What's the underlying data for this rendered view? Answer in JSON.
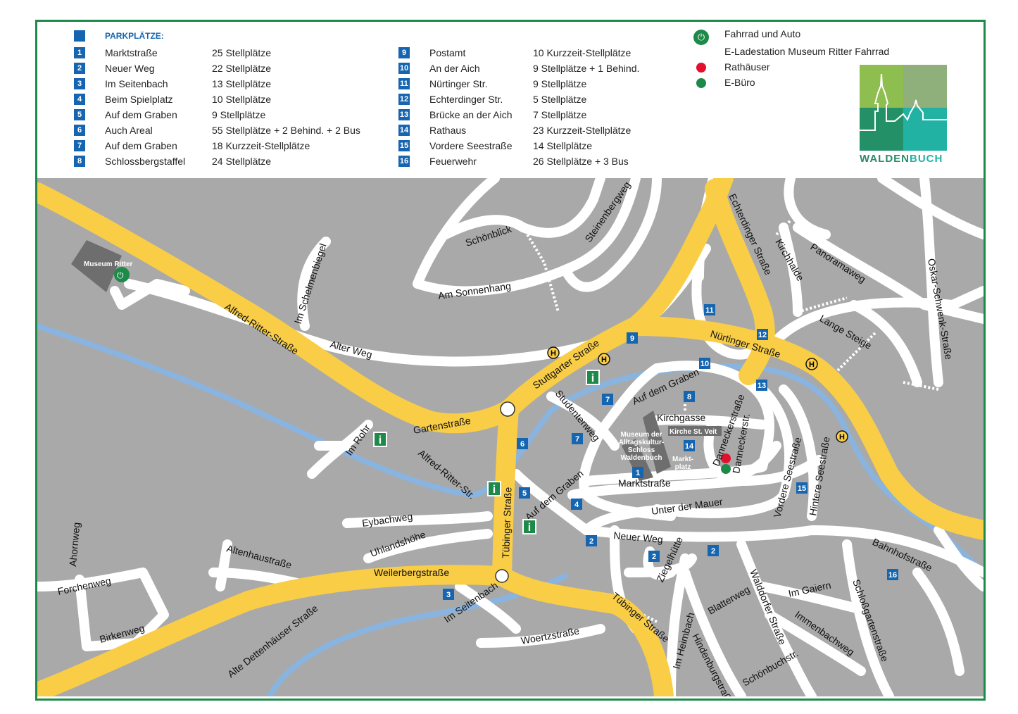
{
  "legend": {
    "title": "PARKPLÄTZE:",
    "parking": [
      {
        "num": "1",
        "name": "Marktstraße",
        "spaces": "25 Stellplätze"
      },
      {
        "num": "2",
        "name": "Neuer Weg",
        "spaces": "22 Stellplätze"
      },
      {
        "num": "3",
        "name": "Im Seitenbach",
        "spaces": "13 Stellplätze"
      },
      {
        "num": "4",
        "name": "Beim Spielplatz",
        "spaces": "10 Stellplätze"
      },
      {
        "num": "5",
        "name": "Auf dem Graben",
        "spaces": "9 Stellplätze"
      },
      {
        "num": "6",
        "name": "Auch Areal",
        "spaces": "55 Stellplätze  + 2 Behind. + 2 Bus"
      },
      {
        "num": "7",
        "name": "Auf dem Graben",
        "spaces": "18 Kurzzeit-Stellplätze"
      },
      {
        "num": "8",
        "name": "Schlossbergstaffel",
        "spaces": "24 Stellplätze"
      },
      {
        "num": "9",
        "name": "Postamt",
        "spaces": "10 Kurzzeit-Stellplätze"
      },
      {
        "num": "10",
        "name": "An der Aich",
        "spaces": "9 Stellplätze  + 1 Behind."
      },
      {
        "num": "11",
        "name": "Nürtinger Str.",
        "spaces": "9 Stellplätze"
      },
      {
        "num": "12",
        "name": "Echterdinger Str.",
        "spaces": "5 Stellplätze"
      },
      {
        "num": "13",
        "name": "Brücke an der Aich",
        "spaces": "7 Stellplätze"
      },
      {
        "num": "14",
        "name": "Rathaus",
        "spaces": "23 Kurzzeit-Stellplätze"
      },
      {
        "num": "15",
        "name": "Vordere Seestraße",
        "spaces": "14 Stellplätze"
      },
      {
        "num": "16",
        "name": "Feuerwehr",
        "spaces": "26 Stellplätze + 3 Bus"
      }
    ],
    "charging_1": "Fahrrad und Auto",
    "charging_2": "E-Ladestation Museum Ritter  Fahrrad",
    "townhall": "Rathäuser",
    "eoffice": "E-Büro",
    "logo": "WALDENBUCH"
  },
  "colors": {
    "parking": "#1565b0",
    "main_road": "#f9cd46",
    "river": "#89b4e0",
    "frame": "#1e8a4a",
    "townhall": "#e0102e",
    "eoffice": "#1e8a4a"
  },
  "map": {
    "streets": {
      "alfred_ritter": "Alfred-Ritter-Straße",
      "alfred_ritter_str": "Alfred-Ritter-Str.",
      "alter_weg": "Alter Weg",
      "schelmenbiegel": "Im Schelmenbiegel",
      "schoenblick": "Schönblick",
      "steinenbergweg": "Steinenbergweg",
      "sonnenhang": "Am Sonnenhang",
      "echterdinger": "Echterdinger Straße",
      "kirchhalde": "Kirchhalde",
      "panoramaweg": "Panoramaweg",
      "oskar": "Oskar-Schwenk-Straße",
      "lange_steige": "Lange Steige",
      "nuertinger": "Nürtinger Straße",
      "stuttgarter": "Stuttgarter Straße",
      "gartenstrasse": "Gartenstraße",
      "im_rohr": "Im Rohr",
      "studentenweg": "Studentenweg",
      "auf_dem_graben_1": "Auf dem Graben",
      "auf_dem_graben_2": "Auf dem Graben",
      "kirchgasse": "Kirchgasse",
      "danneckerstrasse": "Danneckerstraße",
      "danneckerstr": "Danneckerstr.",
      "marktstrasse": "Marktstraße",
      "unter_der_mauer": "Unter der Mauer",
      "vordere_see": "Vordere Seestraße",
      "hintere_see": "Hintere Seestraße",
      "tuebinger_1": "Tübinger Straße",
      "tuebinger_2": "Tübinger Straße",
      "eybachweg": "Eybachweg",
      "uhlandshoehe": "Uhlandshöhe",
      "neuer_weg": "Neuer Weg",
      "bahnhofstrasse": "Bahnhofstraße",
      "altenhaustrasse": "Altenhaustraße",
      "weilerberg": "Weilerbergstraße",
      "ahornweg": "Ahornweg",
      "forchenweg": "Forchenweg",
      "birkenweg": "Birkenweg",
      "alte_dettenhaeuser": "Alte Dettenhäuser Straße",
      "im_seitenbach": "Im Seitenbach",
      "woertzstrasse": "Woertzstraße",
      "ziegelhuette": "Ziegelhütte",
      "im_heimbach": "Im Heimbach",
      "hindenburg": "Hindenburgstraße",
      "blatterweg": "Blatterweg",
      "walddorfer": "Walddorfer Straße",
      "schoenbuch": "Schönbuchstr.",
      "im_gaiern": "Im Gaiern",
      "immenbachweg": "Immenbachweg",
      "schlossgarten": "Schloßgartenstraße"
    },
    "places": {
      "museum_ritter": "Museum Ritter",
      "museum_alltag": "Museum der Alltagskultur- Schloss Waldenbuch",
      "kirche": "Kirche St. Veit",
      "marktplatz": "Markt- platz"
    },
    "bus_stop": "H",
    "info": "i"
  }
}
